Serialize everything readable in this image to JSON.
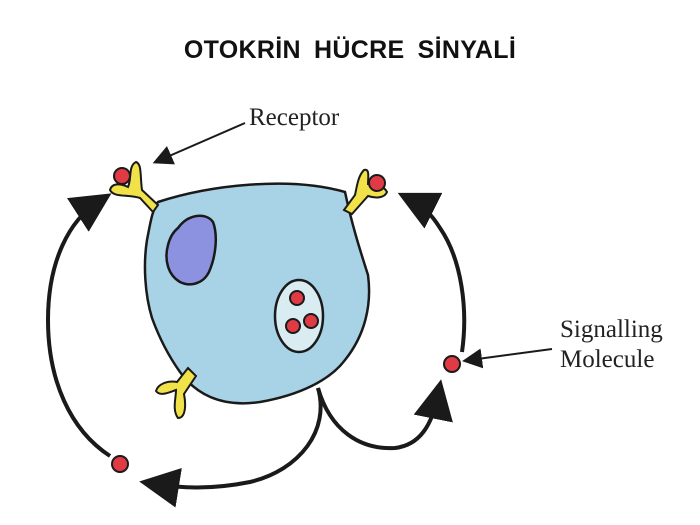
{
  "title": "OTOKRİN  HÜCRE  SİNYALİ",
  "labels": {
    "receptor": "Receptor",
    "signalling_line1": "Signalling",
    "signalling_line2": "Molecule"
  },
  "colors": {
    "cell_fill": "#a8d3e6",
    "nucleus_fill": "#8d92e0",
    "vesicle_fill": "#d9ecf2",
    "molecule_fill": "#e03a44",
    "receptor_fill": "#f1e24a",
    "outline": "#1a1a1a"
  }
}
